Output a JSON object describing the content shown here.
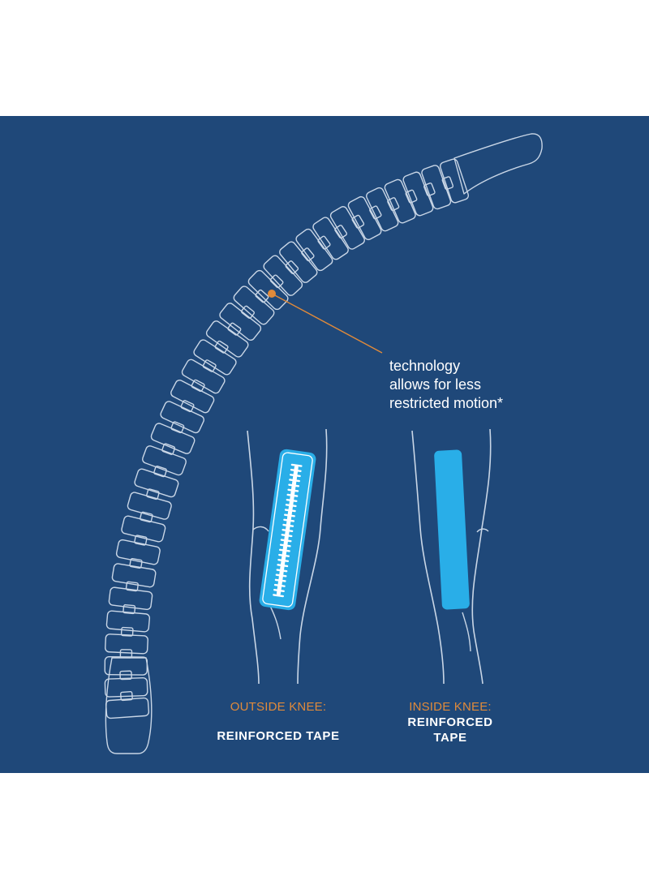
{
  "colors": {
    "background": "#1f4879",
    "outline": "#c9d6e6",
    "accent": "#e08a3a",
    "tape_blue": "#29aee8",
    "text": "#ffffff"
  },
  "callout": {
    "lines": [
      "technology",
      "allows for less",
      "restricted motion*"
    ]
  },
  "captions": {
    "outside": {
      "accent_label": "OUTSIDE KNEE:",
      "white_label": "REINFORCED TAPE"
    },
    "inside": {
      "accent_label": "INSIDE KNEE:",
      "white_lines": [
        "REINFORCED",
        "TAPE"
      ]
    }
  },
  "icons": {
    "flex_strip": "segmented-tape-outline-icon",
    "outside_leg": "leg-outline-with-segmented-tape-icon",
    "inside_leg": "leg-outline-with-solid-tape-icon",
    "pointer": "callout-pointer-icon"
  }
}
